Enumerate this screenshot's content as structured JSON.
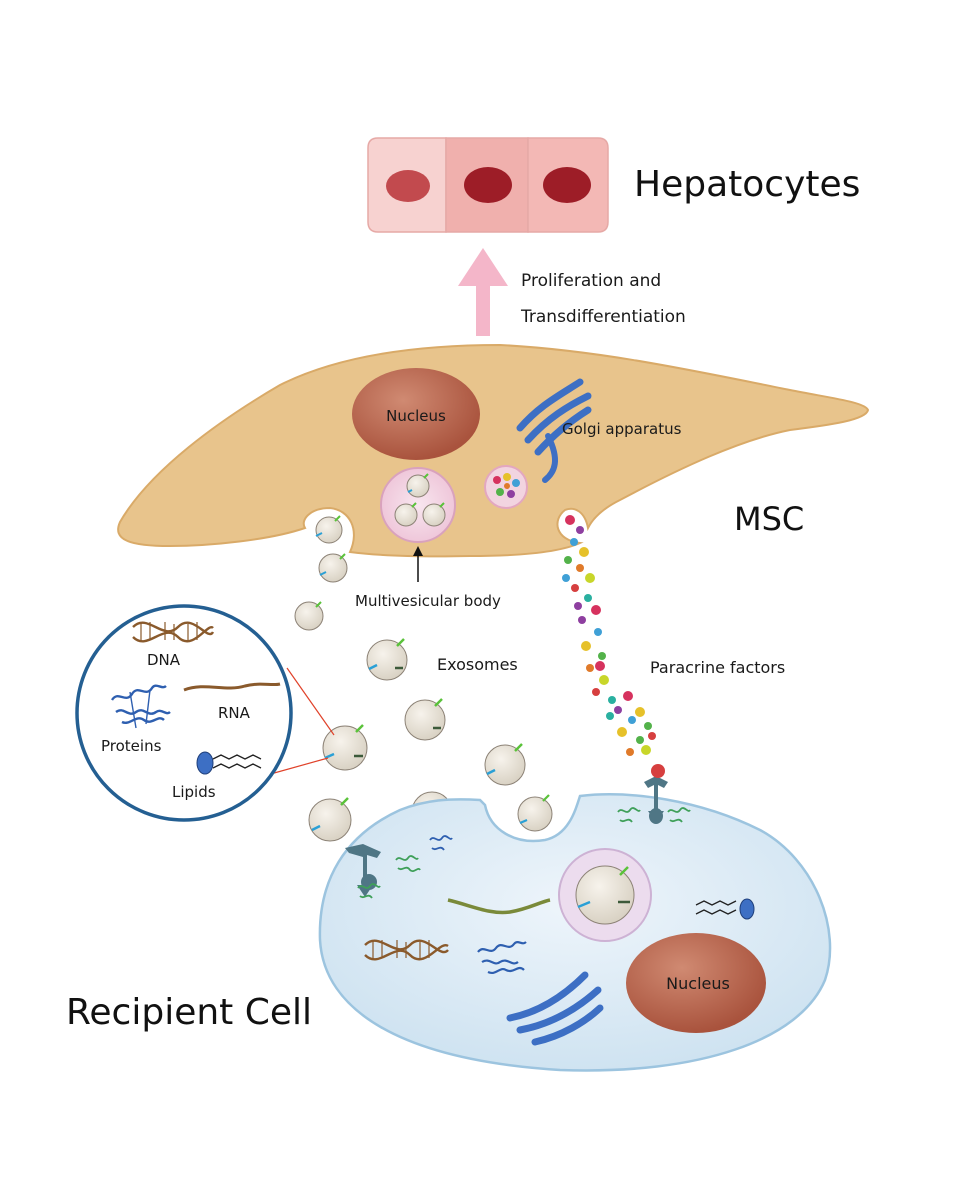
{
  "labels": {
    "hepatocytes": "Hepatocytes",
    "proliferation_line1": "Proliferation  and",
    "proliferation_line2": "Transdifferentiation",
    "msc": "MSC",
    "msc_nucleus": "Nucleus",
    "golgi": "Golgi apparatus",
    "mvb": "Multivesicular body",
    "exosomes": "Exosomes",
    "paracrine": "Paracrine factors",
    "dna": "DNA",
    "rna": "RNA",
    "proteins": "Proteins",
    "lipids": "Lipids",
    "recipient_cell": "Recipient Cell",
    "recipient_nucleus": "Nucleus"
  },
  "colors": {
    "msc_fill": "#e8c48c",
    "hepatocyte_fill": "#f2b5b1",
    "hepatocyte_nucleus": "#a3202a",
    "arrow": "#f4b6c9",
    "nucleus": "#b65e48",
    "golgi": "#3d6fc4",
    "recipient_fill": "#dcebf6",
    "recipient_stroke": "#9cc4df",
    "inset_stroke": "#245f92",
    "dna": "#8a5a2c",
    "rna": "#8a5a2c",
    "receptor": "#4f7685"
  },
  "paracrine_colors": [
    "#d6325e",
    "#8e3fa0",
    "#3fa0d6",
    "#e6c12a",
    "#53b24a",
    "#e07a2a",
    "#c8d62a",
    "#d63f3f",
    "#2ab0a0"
  ]
}
